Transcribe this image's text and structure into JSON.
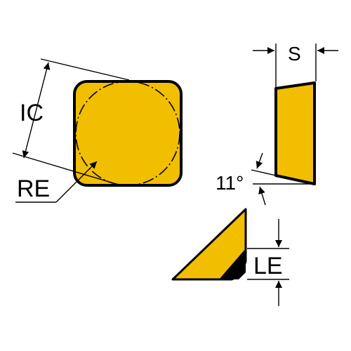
{
  "labels": {
    "ic": "IC",
    "re": "RE",
    "s": "S",
    "angle": "11°",
    "le": "LE"
  },
  "colors": {
    "insert_fill": "#F2BE00",
    "outline": "#000000",
    "background": "#FFFFFF"
  }
}
